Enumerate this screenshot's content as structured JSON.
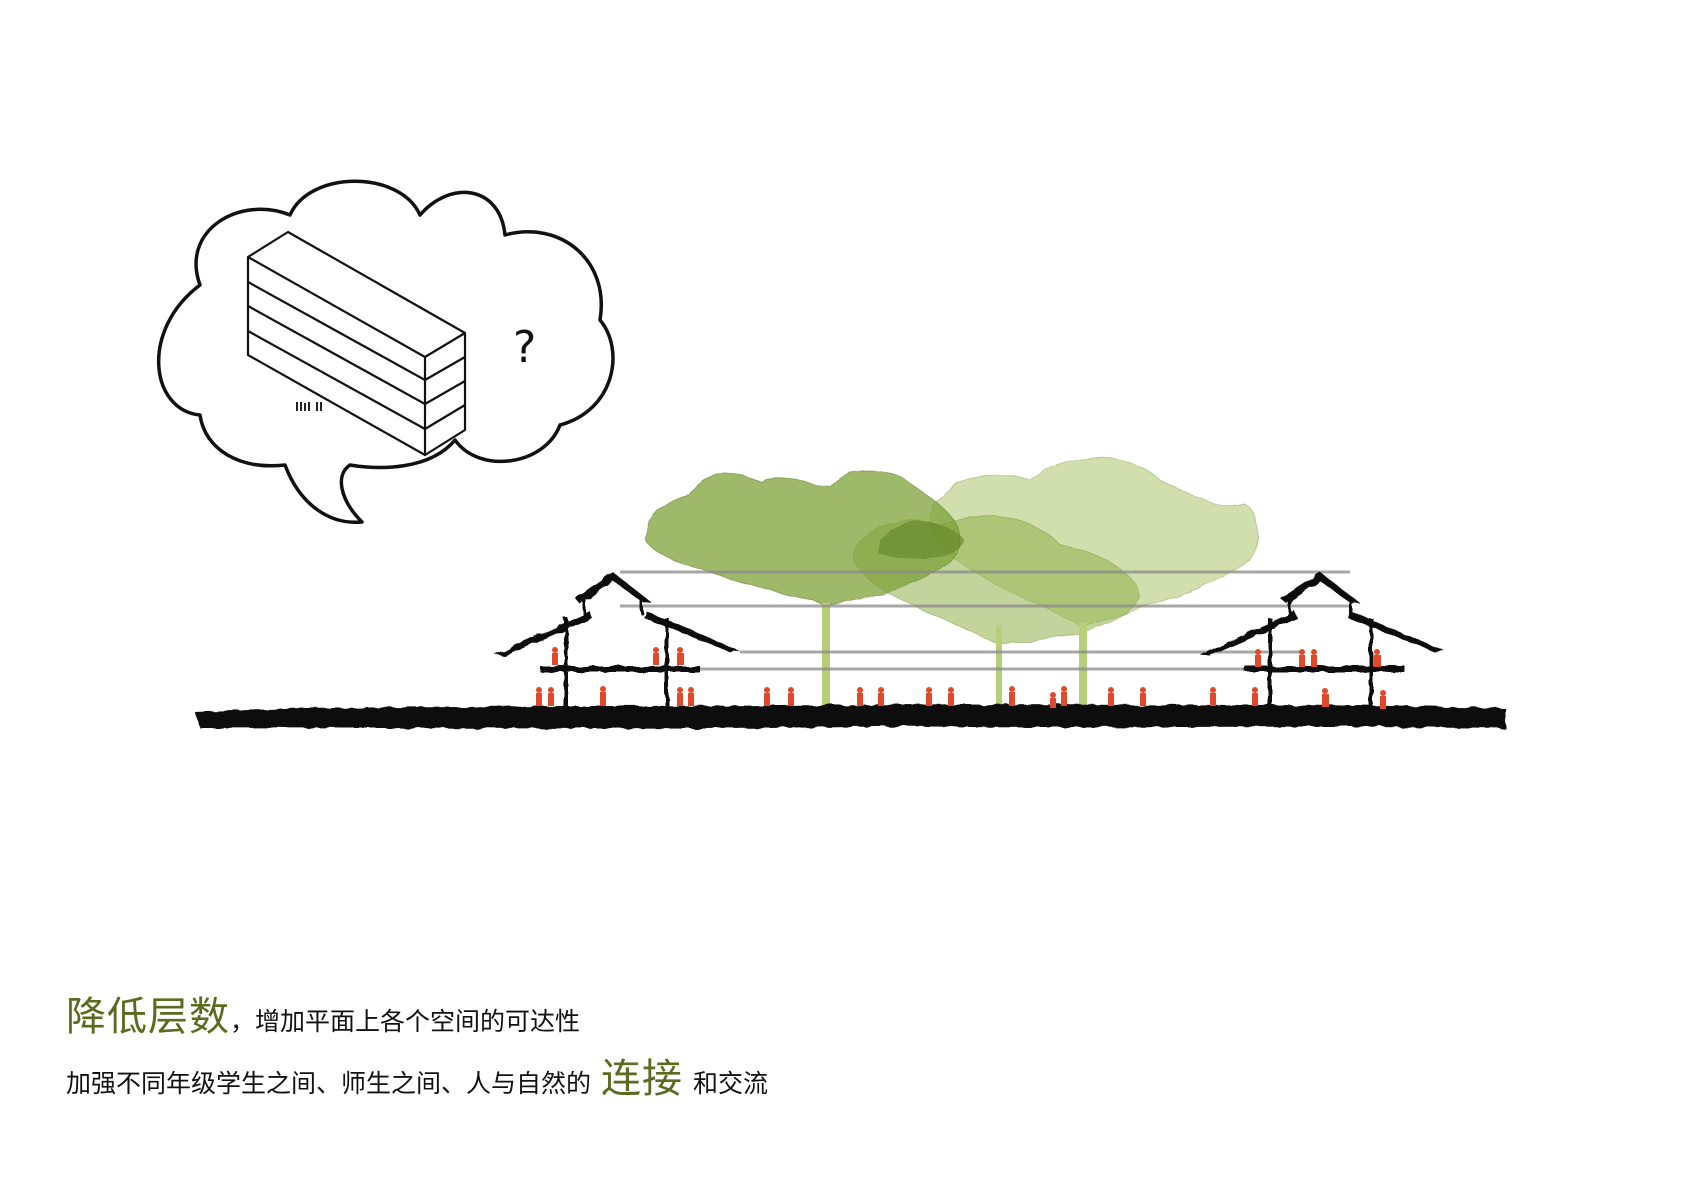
{
  "diagram": {
    "thought_bubble": {
      "content": "multi-storey slab building (4 floors)",
      "mark": "?",
      "floors": 4
    },
    "section": {
      "buildings": [
        "left pavilion",
        "right pavilion"
      ],
      "trees": [
        "lotus-leaf canopy 1",
        "lotus-leaf canopy 2",
        "lotus-leaf canopy 3"
      ],
      "colors": {
        "ink": "#0d0d0d",
        "people": "#e0492a",
        "leaf_dark": "#6f8f2c",
        "leaf_light": "#a9c46a",
        "wire": "#8a8a8a"
      }
    }
  },
  "caption": {
    "line1": {
      "highlight": "降低层数",
      "punct": "，",
      "rest": "增加平面上各个空间的可达性"
    },
    "line2": {
      "pre": "加强不同年级学生之间、师生之间、人与自然的",
      "highlight": "连接",
      "post": "和交流"
    },
    "accent_color": "#5a6b1f"
  }
}
